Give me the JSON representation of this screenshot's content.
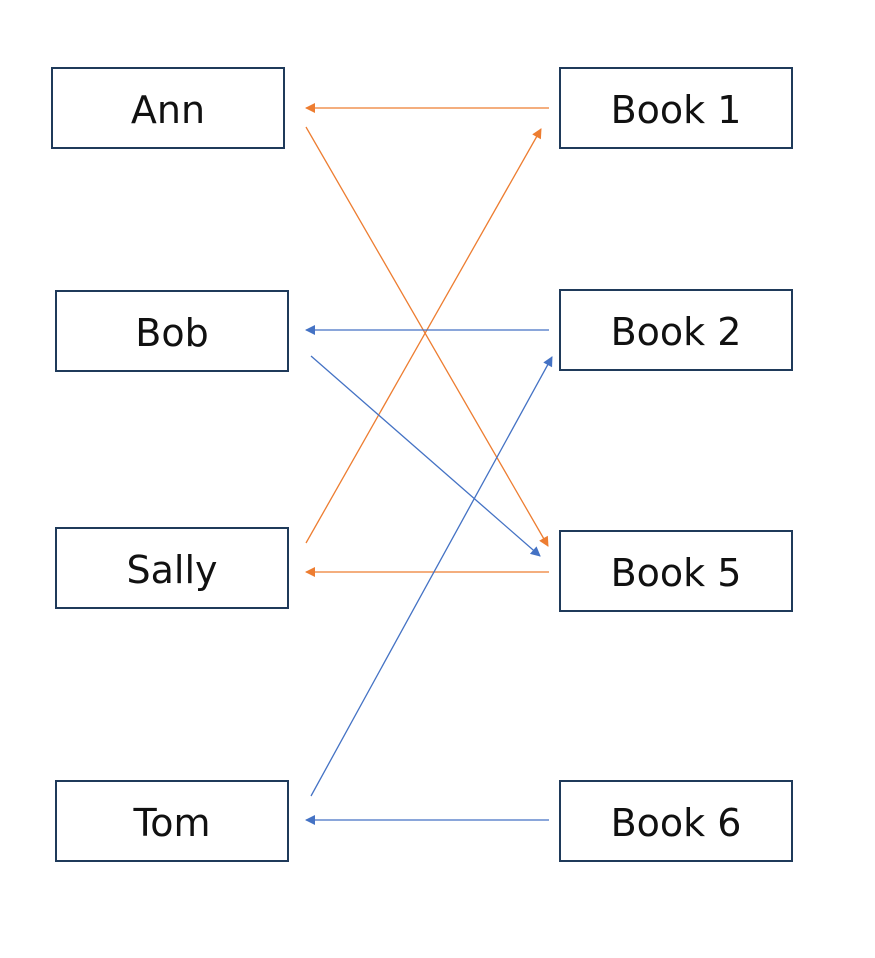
{
  "diagram": {
    "box_border_color": "#1f3a5a",
    "text_color": "#111111",
    "people": [
      {
        "id": "ann",
        "label": "Ann"
      },
      {
        "id": "bob",
        "label": "Bob"
      },
      {
        "id": "sally",
        "label": "Sally"
      },
      {
        "id": "tom",
        "label": "Tom"
      }
    ],
    "books": [
      {
        "id": "book1",
        "label": "Book 1"
      },
      {
        "id": "book2",
        "label": "Book 2"
      },
      {
        "id": "book5",
        "label": "Book 5"
      },
      {
        "id": "book6",
        "label": "Book 6"
      }
    ],
    "edges": [
      {
        "from": "book1",
        "to": "ann",
        "color": "#ed7d31"
      },
      {
        "from": "ann",
        "to": "book5",
        "color": "#ed7d31"
      },
      {
        "from": "sally",
        "to": "book1",
        "color": "#ed7d31"
      },
      {
        "from": "book5",
        "to": "sally",
        "color": "#ed7d31"
      },
      {
        "from": "book2",
        "to": "bob",
        "color": "#4472c4"
      },
      {
        "from": "bob",
        "to": "book5",
        "color": "#4472c4"
      },
      {
        "from": "tom",
        "to": "book2",
        "color": "#4472c4"
      },
      {
        "from": "book6",
        "to": "tom",
        "color": "#4472c4"
      }
    ]
  }
}
